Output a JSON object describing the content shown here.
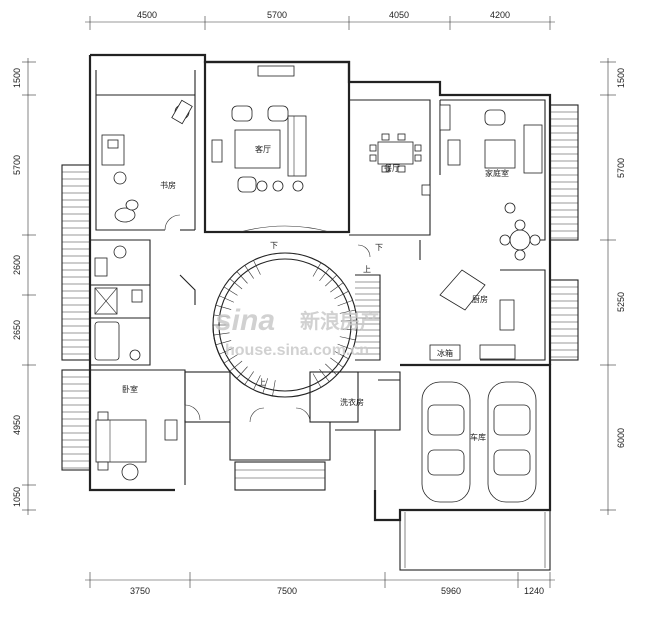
{
  "dimensions": {
    "top": [
      "4500",
      "5700",
      "4050",
      "4200"
    ],
    "bottom": [
      "3750",
      "7500",
      "5960",
      "1240"
    ],
    "left": [
      "1500",
      "5700",
      "2600",
      "2650",
      "4950",
      "1050"
    ],
    "right": [
      "1500",
      "5700",
      "5250",
      "6000"
    ]
  },
  "rooms": {
    "study": "书房",
    "living": "客厅",
    "dining": "餐厅",
    "family": "家庭室",
    "kitchen": "厨房",
    "fridge": "冰箱",
    "bedroom": "卧室",
    "laundry": "洗衣房",
    "garage": "车库"
  },
  "stair_labels": {
    "down_living": "下",
    "down_hall": "下",
    "up_hall": "上",
    "up_spiral": "上"
  },
  "watermark": {
    "brand": "sina",
    "cn": "新浪房产",
    "url": "house.sina.com.cn"
  },
  "colors": {
    "line": "#222222",
    "watermark": "#c9c9c9"
  }
}
